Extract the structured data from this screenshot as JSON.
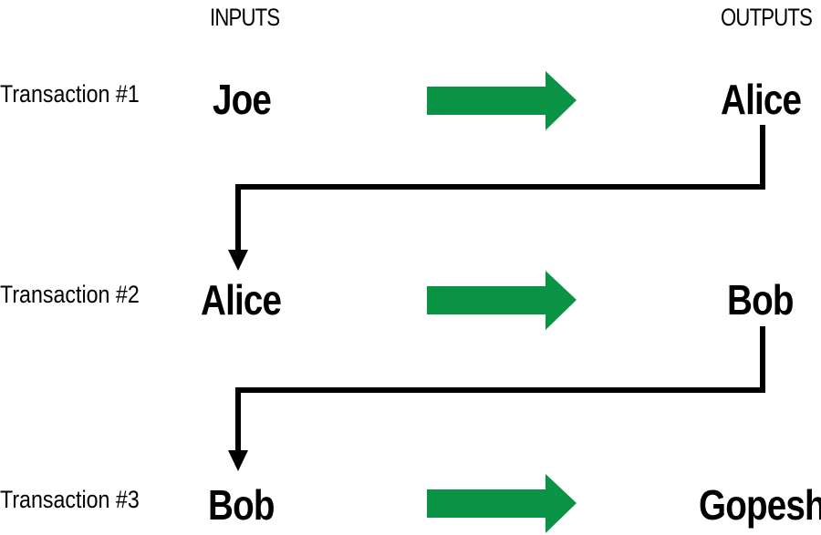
{
  "headers": {
    "inputs": "INPUTS",
    "outputs": "OUTPUTS"
  },
  "transactions": [
    {
      "label": "Transaction #1",
      "input": "Joe",
      "output": "Alice"
    },
    {
      "label": "Transaction #2",
      "input": "Alice",
      "output": "Bob"
    },
    {
      "label": "Transaction #3",
      "input": "Bob",
      "output": "Gopesh"
    }
  ],
  "colors": {
    "flow_arrow": "#0a9345",
    "chain_line": "#000000"
  }
}
